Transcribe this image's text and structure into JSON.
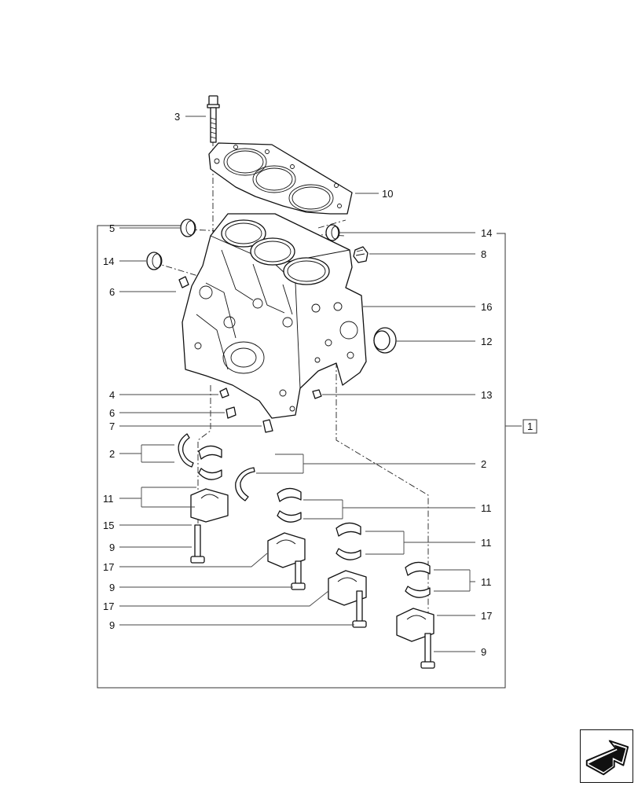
{
  "callouts": {
    "c1": "1",
    "c2a": "2",
    "c2b": "2",
    "c3": "3",
    "c4": "4",
    "c5": "5",
    "c6a": "6",
    "c6b": "6",
    "c7": "7",
    "c8": "8",
    "c9a": "9",
    "c9b": "9",
    "c9c": "9",
    "c9d": "9",
    "c10": "10",
    "c11a": "11",
    "c11b": "11",
    "c11c": "11",
    "c11d": "11",
    "c12": "12",
    "c13": "13",
    "c14a": "14",
    "c14b": "14",
    "c15": "15",
    "c16": "16",
    "c17a": "17",
    "c17b": "17",
    "c17c": "17"
  },
  "nav": {
    "icon": "next-page-arrow-icon"
  }
}
